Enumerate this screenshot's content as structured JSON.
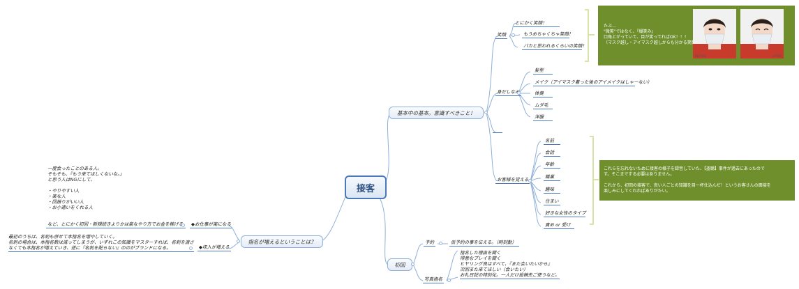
{
  "root": "接客",
  "branch_basic": {
    "label": "基本中の基本。意識すべきこと！",
    "smile": {
      "label": "笑顔",
      "items": [
        "とにかく笑顔！",
        "もうめちゃくちゃ笑顔！",
        "バカと思われるくらいの笑顔！"
      ],
      "note_lines": [
        "たぶ…",
        "\"微笑\"ではなく、『爆笑み』",
        "口角上がっていて、目が笑ってればOK！！！",
        "（マスク越し・アイマスク越しからも分かる笑顔）"
      ],
      "before_label": "BEFORE",
      "after_label": "AFTER"
    },
    "grooming": {
      "label": "身だしなみ",
      "items": [
        "髪型",
        "メイク（アイマスク着った後のアイメイクはしゃーない）",
        "体臭",
        "ムダ毛",
        "洋服"
      ]
    },
    "remember": {
      "label": "お客様を覚える",
      "items": [
        "名前",
        "会話",
        "年齢",
        "職業",
        "趣味",
        "住まい",
        "好きな女性のタイプ",
        "責め or 受け"
      ],
      "note_lines": [
        "これらを忘れないために接客の様子を録音していた、【​盗聴】事件が過去にあったので",
        "す。そこまでする必要はありません。",
        "",
        "これから、初回の接客で、良い人ごとの知識を目一杯仕込んだ！というお客さんの面接を",
        "楽しみにしてくれればありがたい。"
      ]
    }
  },
  "branch_first": {
    "label": "初回",
    "reserve": {
      "label": "予約",
      "text": "仮予約の事を伝える。（時刻勤）"
    },
    "nominate": {
      "label": "写真指名",
      "lines": [
        "指名した理由を聞く",
        "得意なプレイを聞く",
        "ヒヤリング良はすべて、『また会いたいから』",
        "次回また来てほしい（会いたい）",
        "お礼日記の特別化。一人だけ投稿先ご使うなど。"
      ]
    }
  },
  "branch_increase": {
    "label": "指名が増えるということは？",
    "work": {
      "label": "◆お仕事が楽になる",
      "text": "など、とにかく初回・新規続きよりかは楽なやり方でお金を稼げる。",
      "side_lines": [
        "一度会ったことのある人。",
        "そもそも、『もう来てほしくないな。』",
        "と思う人はNGにして、",
        "",
        "・やりやすい人",
        "・楽な人",
        "・回振りがいい人",
        "・お小遣いをくれる人"
      ]
    },
    "income": {
      "label": "◆収入が増える",
      "lines": [
        "最初のうちは、名刺も併せて本指名を増やしていく。",
        "名刺の場合は、本指名数は減ってしまうが、いずれこの知識をマスターすれば、名刺を渡さ",
        "なくても本指名が増えていき、逆に『名刺を配らない』ののがブランドになる。"
      ]
    }
  },
  "colors": {
    "line": "#8fb0d8",
    "underline": "#4a7ac0",
    "note_bg": "#6e8f2c",
    "root_border": "#4a78b8",
    "bracket": "#d8e3a8"
  }
}
